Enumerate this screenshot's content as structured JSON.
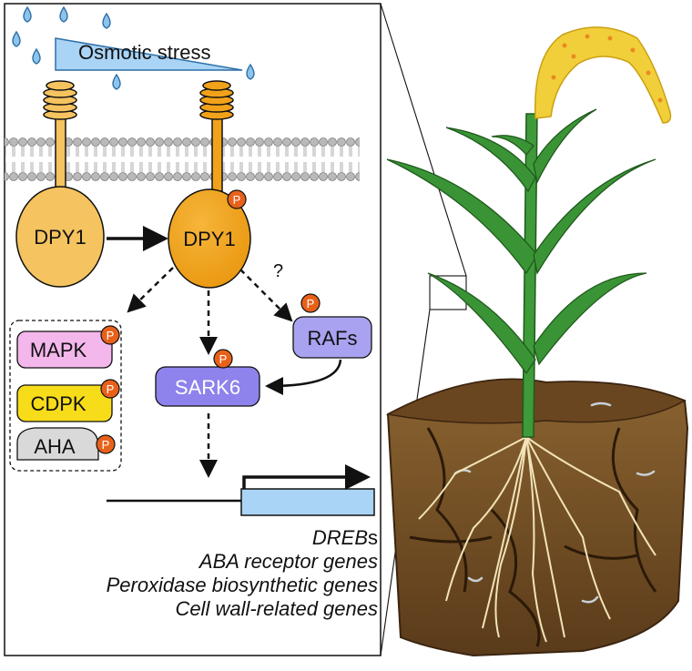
{
  "stress_label": "Osmotic stress",
  "receptor_left": "DPY1",
  "receptor_right": "DPY1",
  "phospho_badge": "P",
  "unknown_link": "?",
  "raf": "RAFs",
  "sark": "SARK6",
  "kinase_box": {
    "items": [
      {
        "label": "MAPK",
        "color": "#f3b7ec"
      },
      {
        "label": "CDPK",
        "color": "#f7dc1a"
      },
      {
        "label": "AHA",
        "color": "#d9d9d9"
      }
    ]
  },
  "genes": {
    "dreb_italic": "DREB",
    "dreb_suffix": "s",
    "line2": "ABA receptor genes",
    "line3": "Peroxidase biosynthetic genes",
    "line4": "Cell wall-related genes"
  },
  "colors": {
    "receptor_inactive": "#f5c35f",
    "receptor_active": "#f1a21a",
    "phospho": "#e8611a",
    "kinase_purple": "#8e83ec",
    "raf_purple": "#a9a2f0",
    "water_blue": "#8ec4ea",
    "gene_box": "#a9d4f5",
    "leaf_green": "#2f8a2f",
    "soil_brown": "#7a5228"
  }
}
